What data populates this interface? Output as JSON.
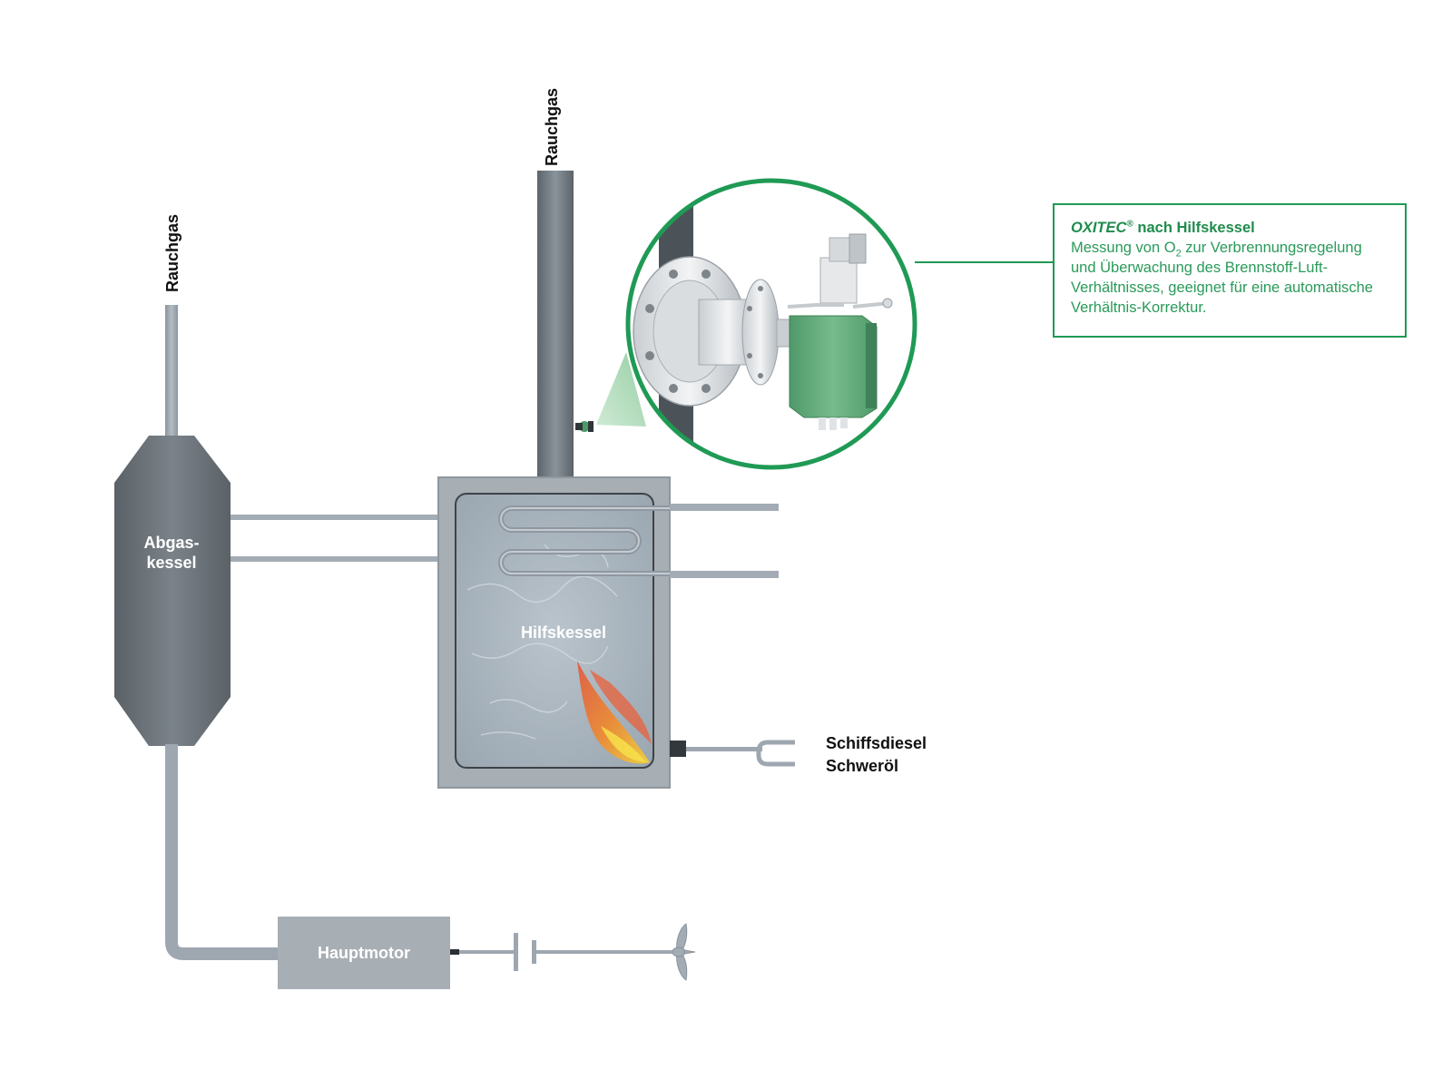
{
  "labels": {
    "rauchgas_left": "Rauchgas",
    "rauchgas_center": "Rauchgas",
    "abgaskessel_line1": "Abgas-",
    "abgaskessel_line2": "kessel",
    "hilfskessel": "Hilfskessel",
    "hauptmotor": "Hauptmotor",
    "schiffsdiesel": "Schiffsdiesel",
    "schweroel": "Schweröl"
  },
  "info": {
    "brand": "OXITEC",
    "brand_mark": "®",
    "title_rest": " nach Hilfskessel",
    "line1_pre": "Messung von O",
    "line1_sub": "2",
    "line1_post": " zur Verbrennungsregelung",
    "line2": "und Überwachung des Brennstoff-Luft-",
    "line3": "Verhältnisses, geeignet für eine automatische",
    "line4": "Verhältnis-Korrektur."
  },
  "colors": {
    "accent": "#1f9a55",
    "pipe": "#9ea7b0",
    "vessel": "#6e757b",
    "box": "#a7aeb4"
  }
}
